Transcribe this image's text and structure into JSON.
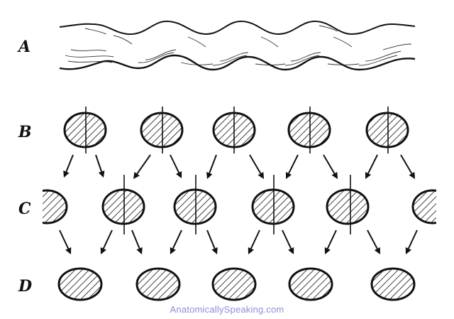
{
  "labels": {
    "a": "A",
    "b": "B",
    "c": "C",
    "d": "D"
  },
  "watermark": "AnatomicallySpeaking.com",
  "colors": {
    "ink": "#111111",
    "watermark": "#8a8fd8"
  }
}
